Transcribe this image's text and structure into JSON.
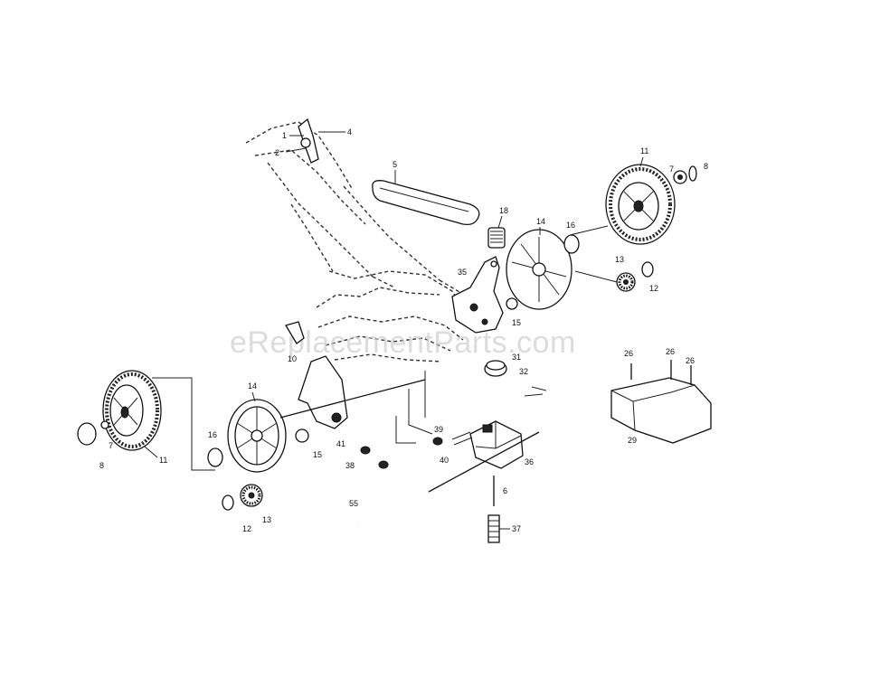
{
  "watermark": "eReplacementParts.com",
  "callouts": {
    "c1": "1",
    "c2": "2",
    "c4": "4",
    "c5": "5",
    "c11a": "11",
    "c7a": "7",
    "c8a": "8",
    "c18": "18",
    "c14a": "14",
    "c16a": "16",
    "c13a": "13",
    "c12a": "12",
    "c35": "35",
    "c15a": "15",
    "c10": "10",
    "c31": "31",
    "c32": "32",
    "c14b": "14",
    "c41": "41",
    "c16b": "16",
    "c15b": "15",
    "c11b": "11",
    "c7b": "7",
    "c8b": "8",
    "c36": "36",
    "c38": "38",
    "c40": "40",
    "c39": "39",
    "c6": "6",
    "c37": "37",
    "c55": "55",
    "c13b": "13",
    "c12b": "12",
    "c26a": "26",
    "c26b": "26",
    "c26c": "26",
    "c29": "29"
  }
}
